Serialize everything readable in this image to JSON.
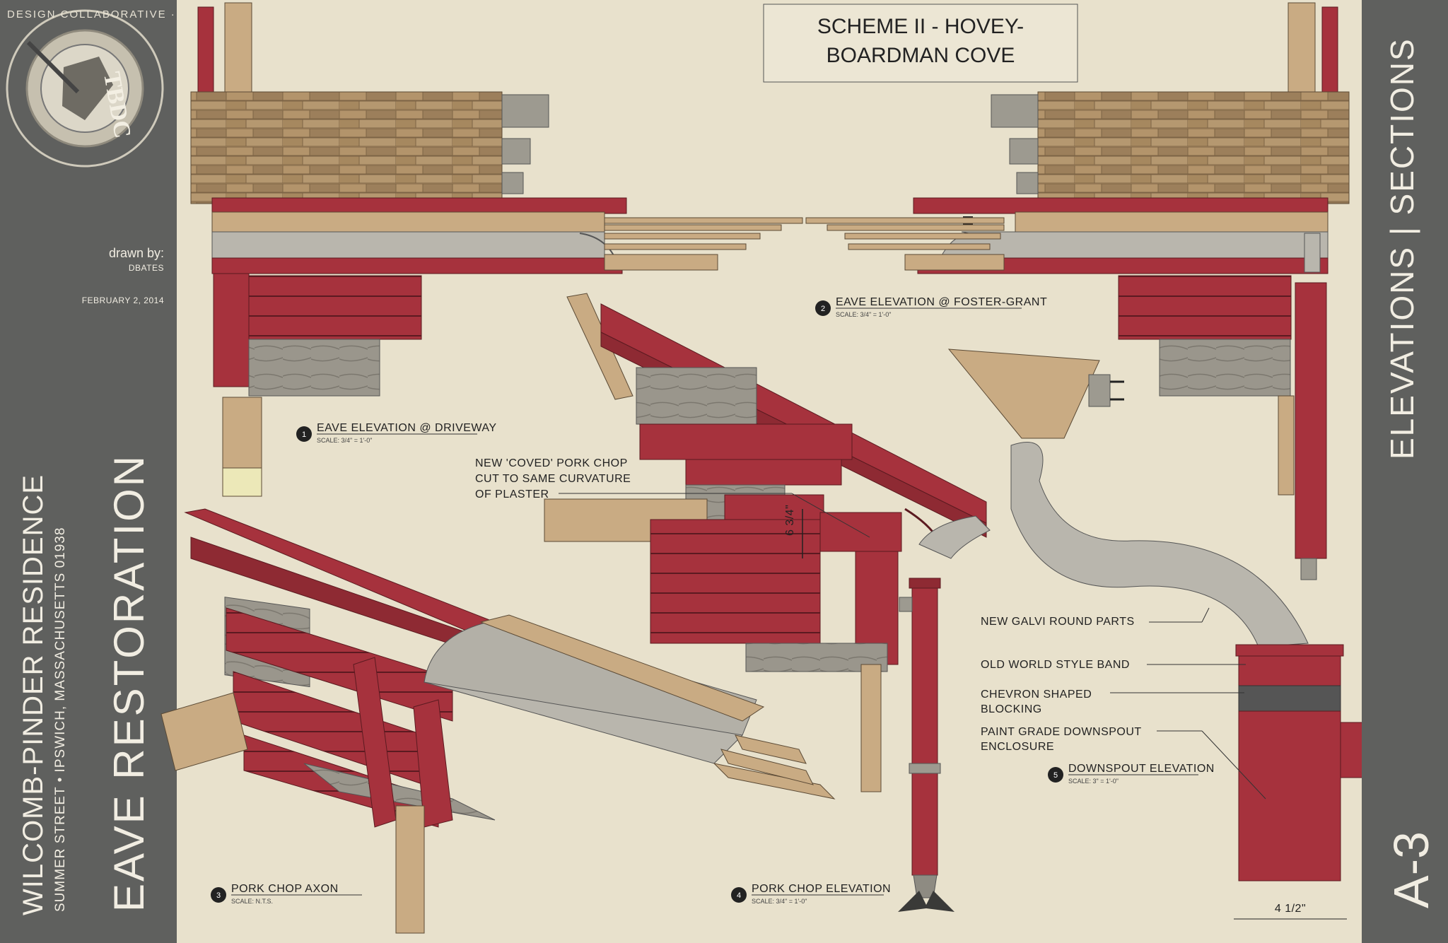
{
  "firm": {
    "ring_text": "DESIGN COLLABORATIVE · THE BATES",
    "monogram": "TBDC"
  },
  "credits": {
    "drawn_by_label": "drawn by:",
    "drawn_by": "DBATES",
    "date": "FEBRUARY 2, 2014"
  },
  "project": {
    "name": "WILCOMB-PINDER RESIDENCE",
    "address": "SUMMER STREET • IPSWICH, MASSACHUSETTS 01938",
    "sheet_title": "EAVE RESTORATION"
  },
  "sheet": {
    "category": "ELEVATIONS | SECTIONS",
    "number": "A-3"
  },
  "scheme": {
    "line1": "SCHEME II - HOVEY-",
    "line2": "BOARDMAN COVE"
  },
  "views": [
    {
      "num": "1",
      "title": "EAVE ELEVATION @ DRIVEWAY",
      "scale": "SCALE: 3/4\" = 1'-0\""
    },
    {
      "num": "2",
      "title": "EAVE ELEVATION @ FOSTER-GRANT",
      "scale": "SCALE: 3/4\" = 1'-0\""
    },
    {
      "num": "3",
      "title": "PORK CHOP AXON",
      "scale": "SCALE: N.T.S."
    },
    {
      "num": "4",
      "title": "PORK CHOP ELEVATION",
      "scale": "SCALE: 3/4\" = 1'-0\""
    },
    {
      "num": "5",
      "title": "DOWNSPOUT ELEVATION",
      "scale": "SCALE: 3\" = 1'-0\""
    }
  ],
  "notes": {
    "coved_1": "NEW 'COVED' PORK CHOP",
    "coved_2": "CUT TO SAME CURVATURE",
    "coved_3": "OF PLASTER",
    "galvi": "NEW GALVI ROUND PARTS",
    "band": "OLD WORLD STYLE BAND",
    "chevron_1": "CHEVRON SHAPED",
    "chevron_2": "BLOCKING",
    "paint_1": "PAINT GRADE DOWNSPOUT",
    "paint_2": "ENCLOSURE"
  },
  "dims": {
    "dim_a": "6 3/4\"",
    "dim_b": "4 1/2\""
  },
  "colors": {
    "sheet": "#e8e1cc",
    "band": "#5f605e",
    "trim_red": "#a8323c",
    "shingle": "#a88a64",
    "plaster": "#b9b6ad",
    "wood": "#c9ab83"
  }
}
